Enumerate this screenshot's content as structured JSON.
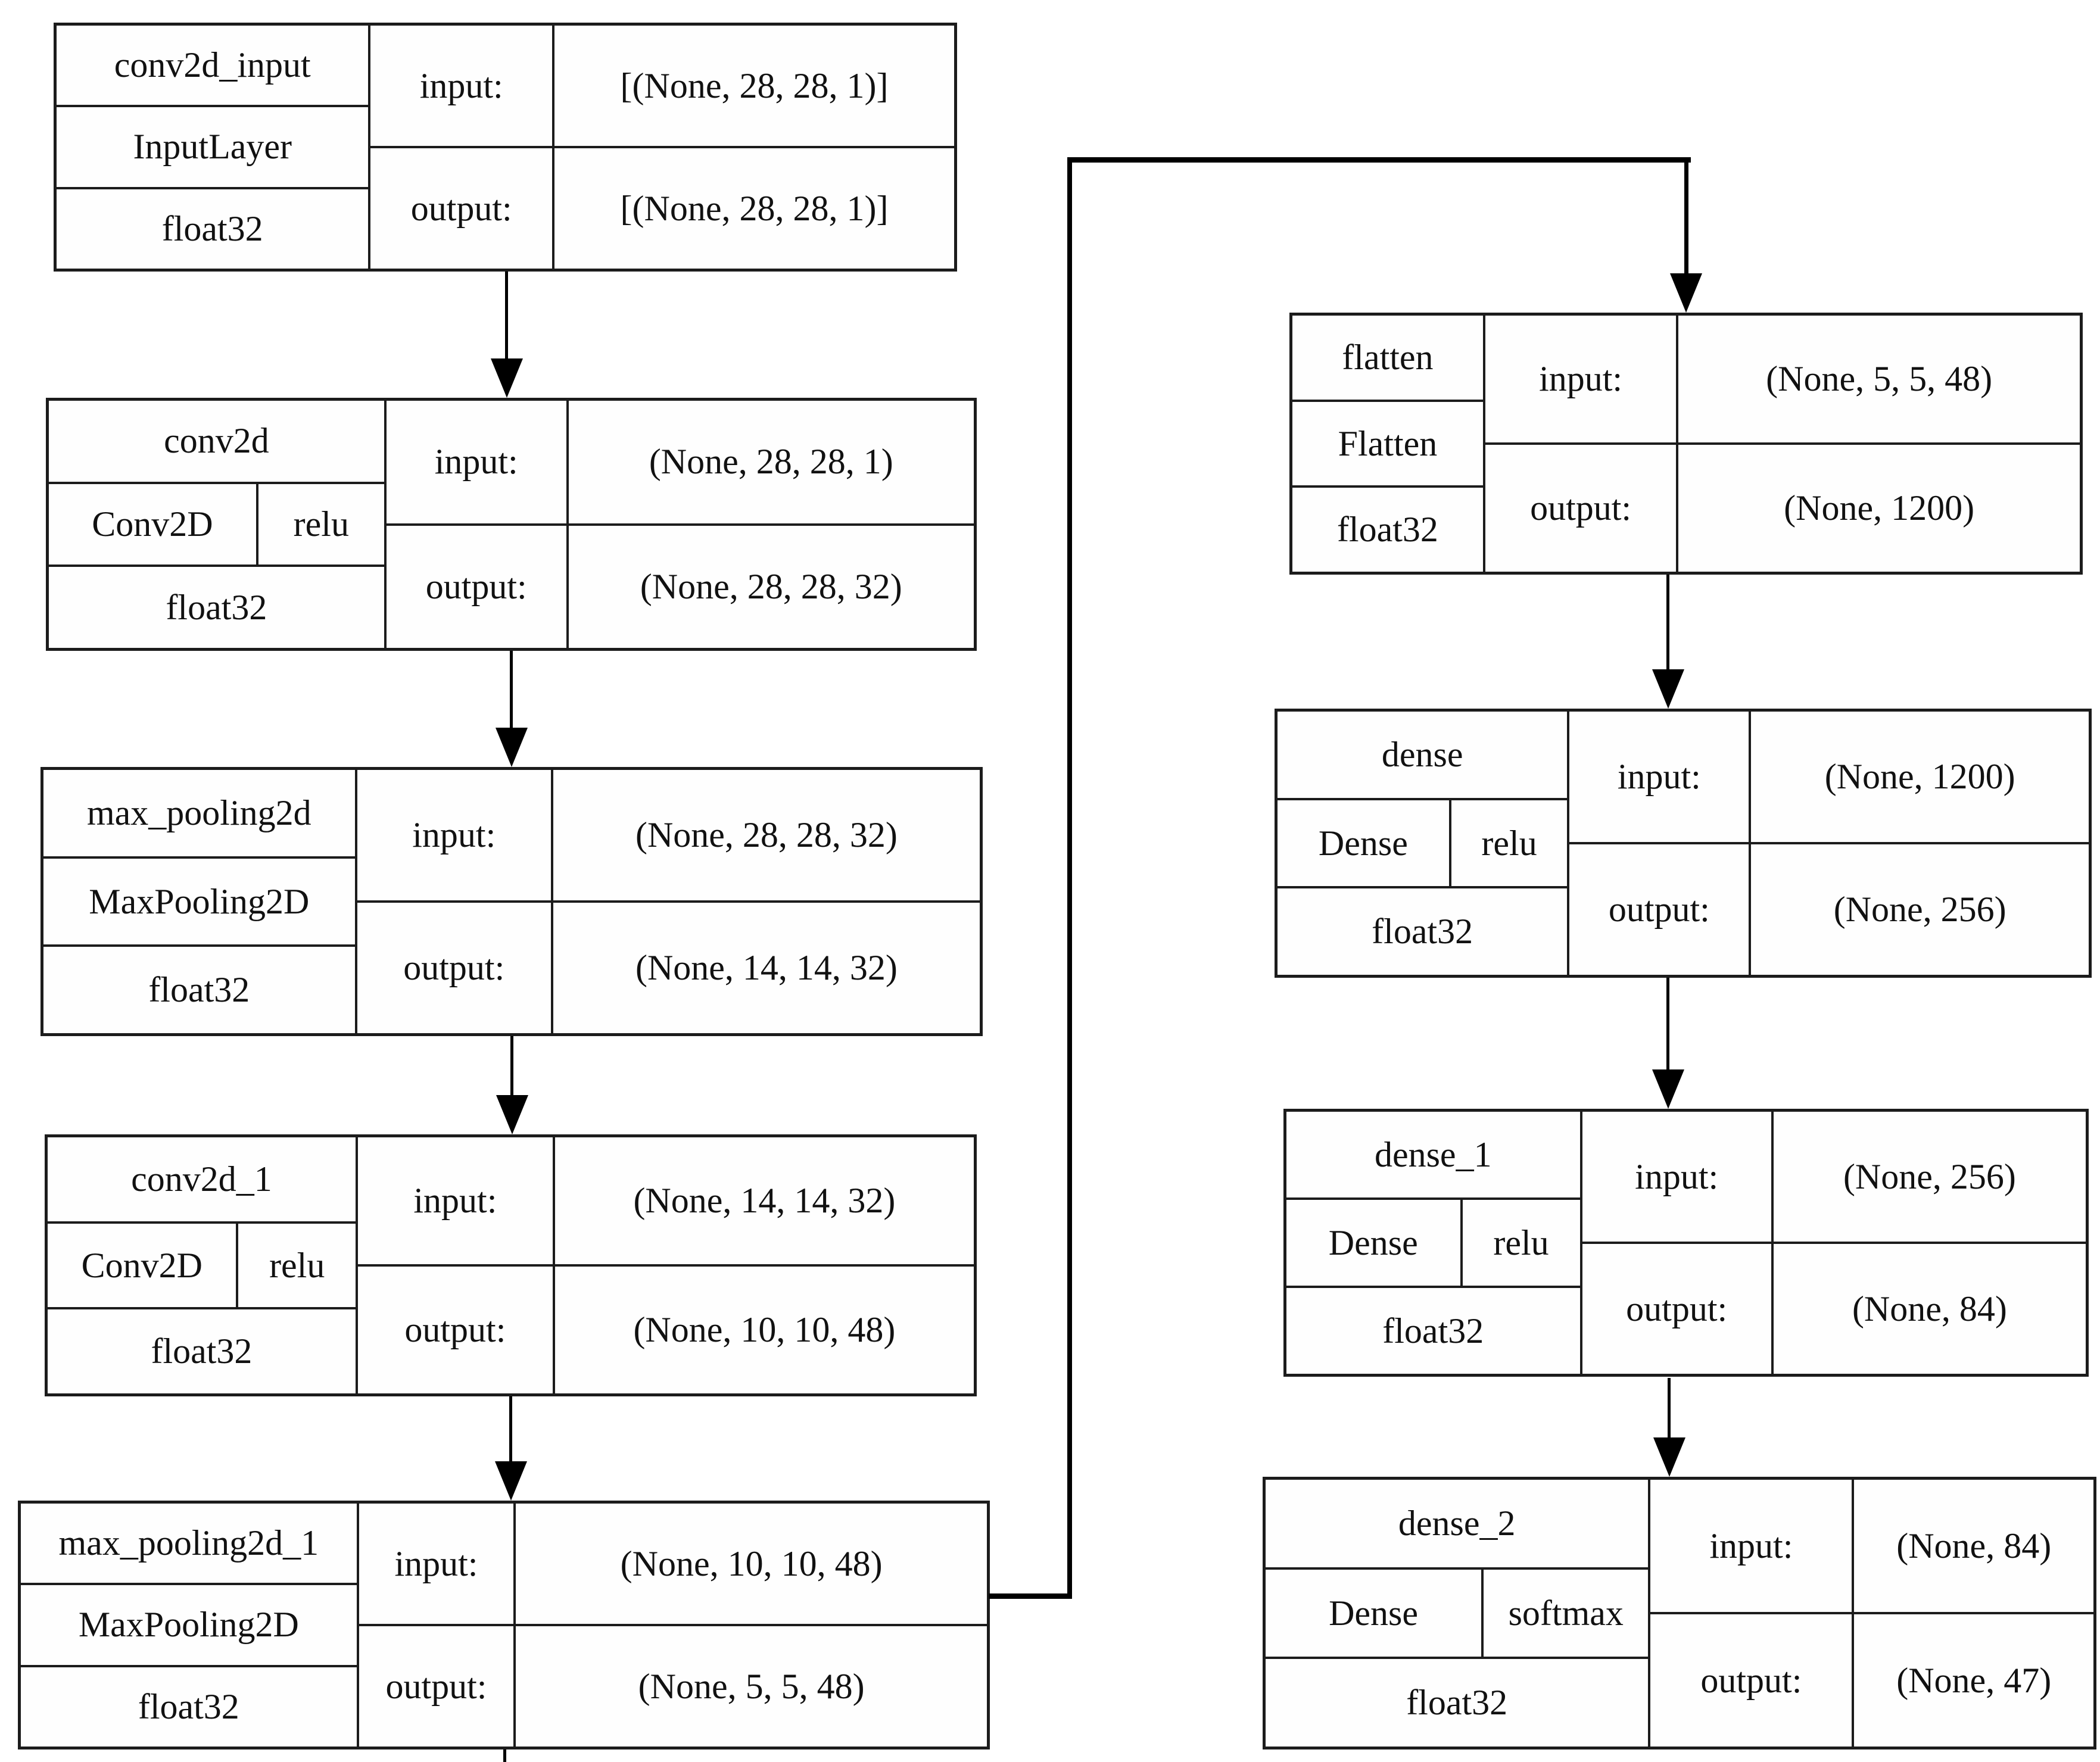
{
  "diagram": {
    "kind": "keras-model-architecture",
    "colors": {
      "background": "#ffffff",
      "border": "#1c1c1c",
      "edge": "#000000",
      "text": "#111111"
    },
    "nodes": [
      {
        "name": "conv2d_input",
        "class": "InputLayer",
        "dtype": "float32",
        "input_label": "input:",
        "output_label": "output:",
        "input_shape": "[(None, 28, 28, 1)]",
        "output_shape": "[(None, 28, 28, 1)]"
      },
      {
        "name": "conv2d",
        "class": "Conv2D",
        "activation": "relu",
        "dtype": "float32",
        "input_label": "input:",
        "output_label": "output:",
        "input_shape": "(None, 28, 28, 1)",
        "output_shape": "(None, 28, 28, 32)"
      },
      {
        "name": "max_pooling2d",
        "class": "MaxPooling2D",
        "dtype": "float32",
        "input_label": "input:",
        "output_label": "output:",
        "input_shape": "(None, 28, 28, 32)",
        "output_shape": "(None, 14, 14, 32)"
      },
      {
        "name": "conv2d_1",
        "class": "Conv2D",
        "activation": "relu",
        "dtype": "float32",
        "input_label": "input:",
        "output_label": "output:",
        "input_shape": "(None, 14, 14, 32)",
        "output_shape": "(None, 10, 10, 48)"
      },
      {
        "name": "max_pooling2d_1",
        "class": "MaxPooling2D",
        "dtype": "float32",
        "input_label": "input:",
        "output_label": "output:",
        "input_shape": "(None, 10, 10, 48)",
        "output_shape": "(None, 5, 5, 48)"
      },
      {
        "name": "flatten",
        "class": "Flatten",
        "dtype": "float32",
        "input_label": "input:",
        "output_label": "output:",
        "input_shape": "(None, 5, 5, 48)",
        "output_shape": "(None, 1200)"
      },
      {
        "name": "dense",
        "class": "Dense",
        "activation": "relu",
        "dtype": "float32",
        "input_label": "input:",
        "output_label": "output:",
        "input_shape": "(None, 1200)",
        "output_shape": "(None, 256)"
      },
      {
        "name": "dense_1",
        "class": "Dense",
        "activation": "relu",
        "dtype": "float32",
        "input_label": "input:",
        "output_label": "output:",
        "input_shape": "(None, 256)",
        "output_shape": "(None, 84)"
      },
      {
        "name": "dense_2",
        "class": "Dense",
        "activation": "softmax",
        "dtype": "float32",
        "input_label": "input:",
        "output_label": "output:",
        "input_shape": "(None, 84)",
        "output_shape": "(None, 47)"
      }
    ],
    "edges": [
      {
        "from": "conv2d_input",
        "to": "conv2d"
      },
      {
        "from": "conv2d",
        "to": "max_pooling2d"
      },
      {
        "from": "max_pooling2d",
        "to": "conv2d_1"
      },
      {
        "from": "conv2d_1",
        "to": "max_pooling2d_1"
      },
      {
        "from": "max_pooling2d_1",
        "to": "flatten"
      },
      {
        "from": "flatten",
        "to": "dense"
      },
      {
        "from": "dense",
        "to": "dense_1"
      },
      {
        "from": "dense_1",
        "to": "dense_2"
      }
    ]
  }
}
